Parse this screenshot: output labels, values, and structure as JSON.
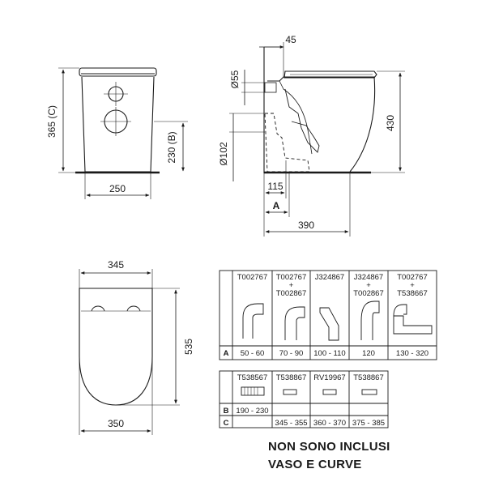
{
  "front_view": {
    "height_c": "365 (C)",
    "height_b": "230 (B)",
    "width": "250"
  },
  "side_view": {
    "offset_top": "45",
    "pipe_dia_upper": "Ø55",
    "pipe_dia_lower": "Ø102",
    "height": "430",
    "depth_a_min": "115",
    "label_a": "A",
    "depth": "390"
  },
  "top_view": {
    "width_top": "345",
    "width_bottom": "350",
    "length": "535"
  },
  "table_a": {
    "codes": [
      "T002767",
      "T002767\n+\nT002867",
      "J324867",
      "J324867\n+\nT002867",
      "T002767\n+\nT538667"
    ],
    "row_label": "A",
    "values": [
      "50 - 60",
      "70 - 90",
      "100 - 110",
      "120",
      "130 - 320"
    ]
  },
  "table_bc": {
    "codes": [
      "T538567",
      "T538867",
      "RV19967",
      "T538867"
    ],
    "row_b_label": "B",
    "row_b_values": [
      "190 - 230",
      "",
      "",
      ""
    ],
    "row_c_label": "C",
    "row_c_values": [
      "",
      "345 - 355",
      "360 - 370",
      "375 - 385"
    ]
  },
  "note": {
    "line1": "NON SONO INCLUSI",
    "line2": "VASO E CURVE"
  }
}
